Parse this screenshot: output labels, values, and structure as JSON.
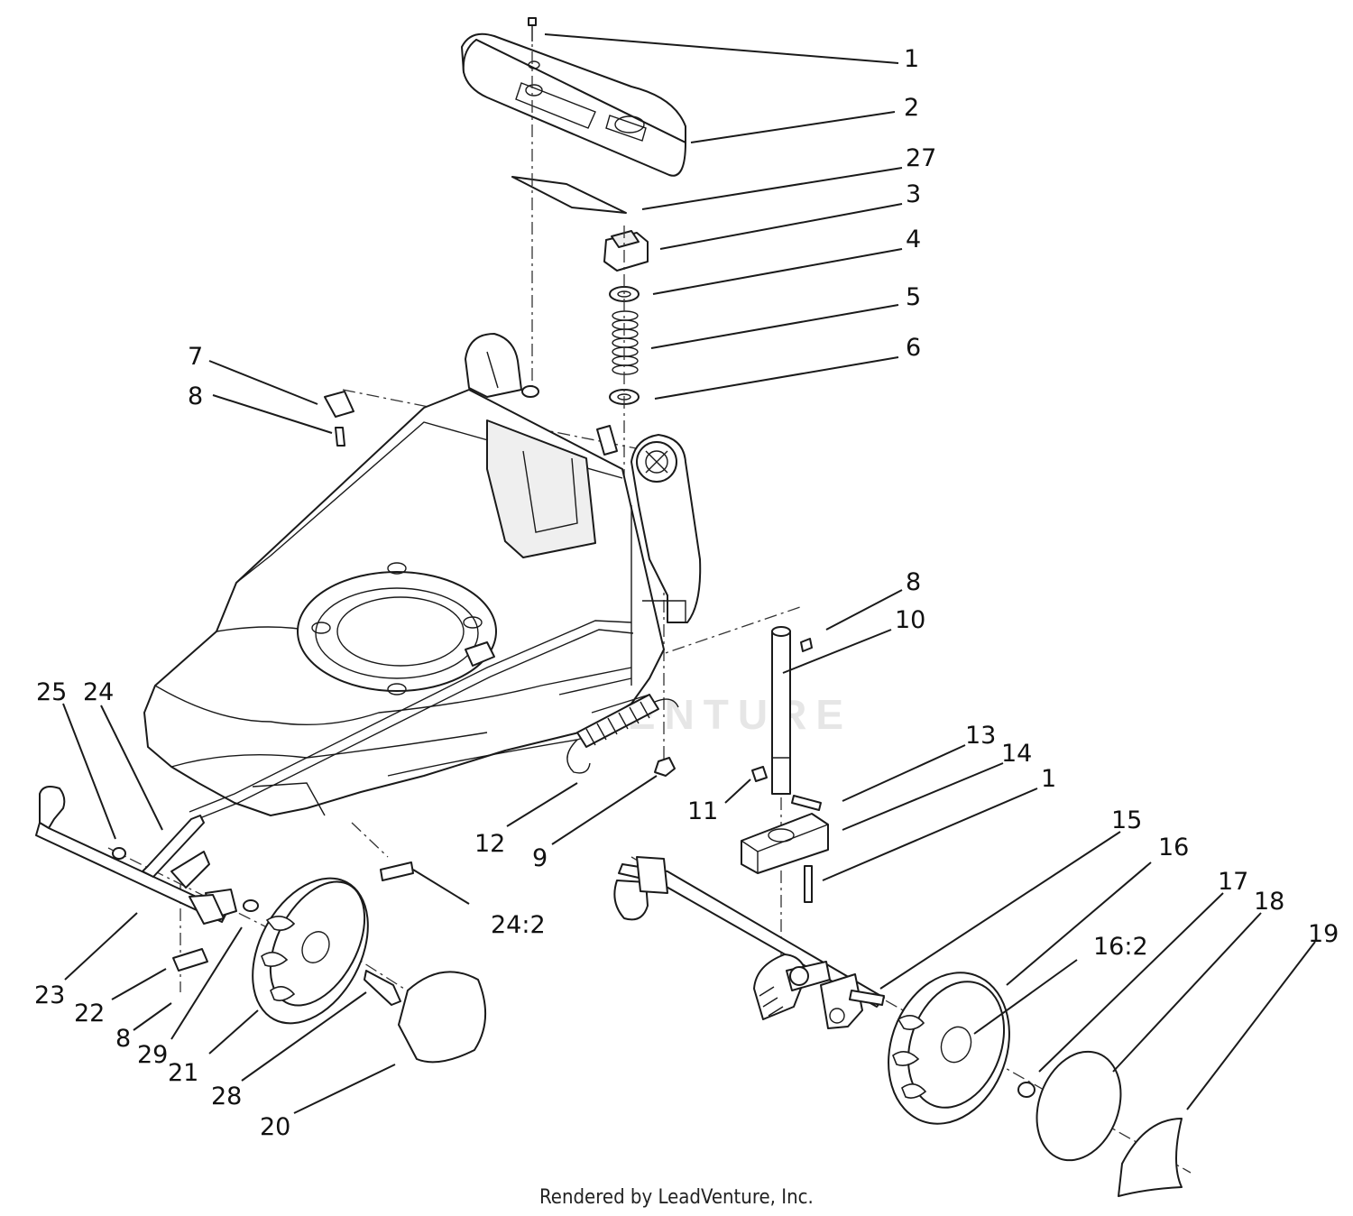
{
  "diagram": {
    "watermark_text": "LEADVENTURE",
    "footer_text": "Rendered by LeadVenture, Inc.",
    "callouts": [
      {
        "id": "c1-top",
        "text": "1"
      },
      {
        "id": "c2",
        "text": "2"
      },
      {
        "id": "c27",
        "text": "27"
      },
      {
        "id": "c3",
        "text": "3"
      },
      {
        "id": "c4",
        "text": "4"
      },
      {
        "id": "c5",
        "text": "5"
      },
      {
        "id": "c6",
        "text": "6"
      },
      {
        "id": "c7",
        "text": "7"
      },
      {
        "id": "c8-left",
        "text": "8"
      },
      {
        "id": "c8-right",
        "text": "8"
      },
      {
        "id": "c10",
        "text": "10"
      },
      {
        "id": "c25",
        "text": "25"
      },
      {
        "id": "c24",
        "text": "24"
      },
      {
        "id": "c13",
        "text": "13"
      },
      {
        "id": "c14",
        "text": "14"
      },
      {
        "id": "c1-right",
        "text": "1"
      },
      {
        "id": "c11",
        "text": "11"
      },
      {
        "id": "c12",
        "text": "12"
      },
      {
        "id": "c9",
        "text": "9"
      },
      {
        "id": "c15",
        "text": "15"
      },
      {
        "id": "c16",
        "text": "16"
      },
      {
        "id": "c17",
        "text": "17"
      },
      {
        "id": "c18",
        "text": "18"
      },
      {
        "id": "c19",
        "text": "19"
      },
      {
        "id": "c16-2",
        "text": "16:2"
      },
      {
        "id": "c24-2",
        "text": "24:2"
      },
      {
        "id": "c23",
        "text": "23"
      },
      {
        "id": "c22",
        "text": "22"
      },
      {
        "id": "c8-bottom",
        "text": "8"
      },
      {
        "id": "c29",
        "text": "29"
      },
      {
        "id": "c21",
        "text": "21"
      },
      {
        "id": "c28",
        "text": "28"
      },
      {
        "id": "c20",
        "text": "20"
      }
    ]
  }
}
